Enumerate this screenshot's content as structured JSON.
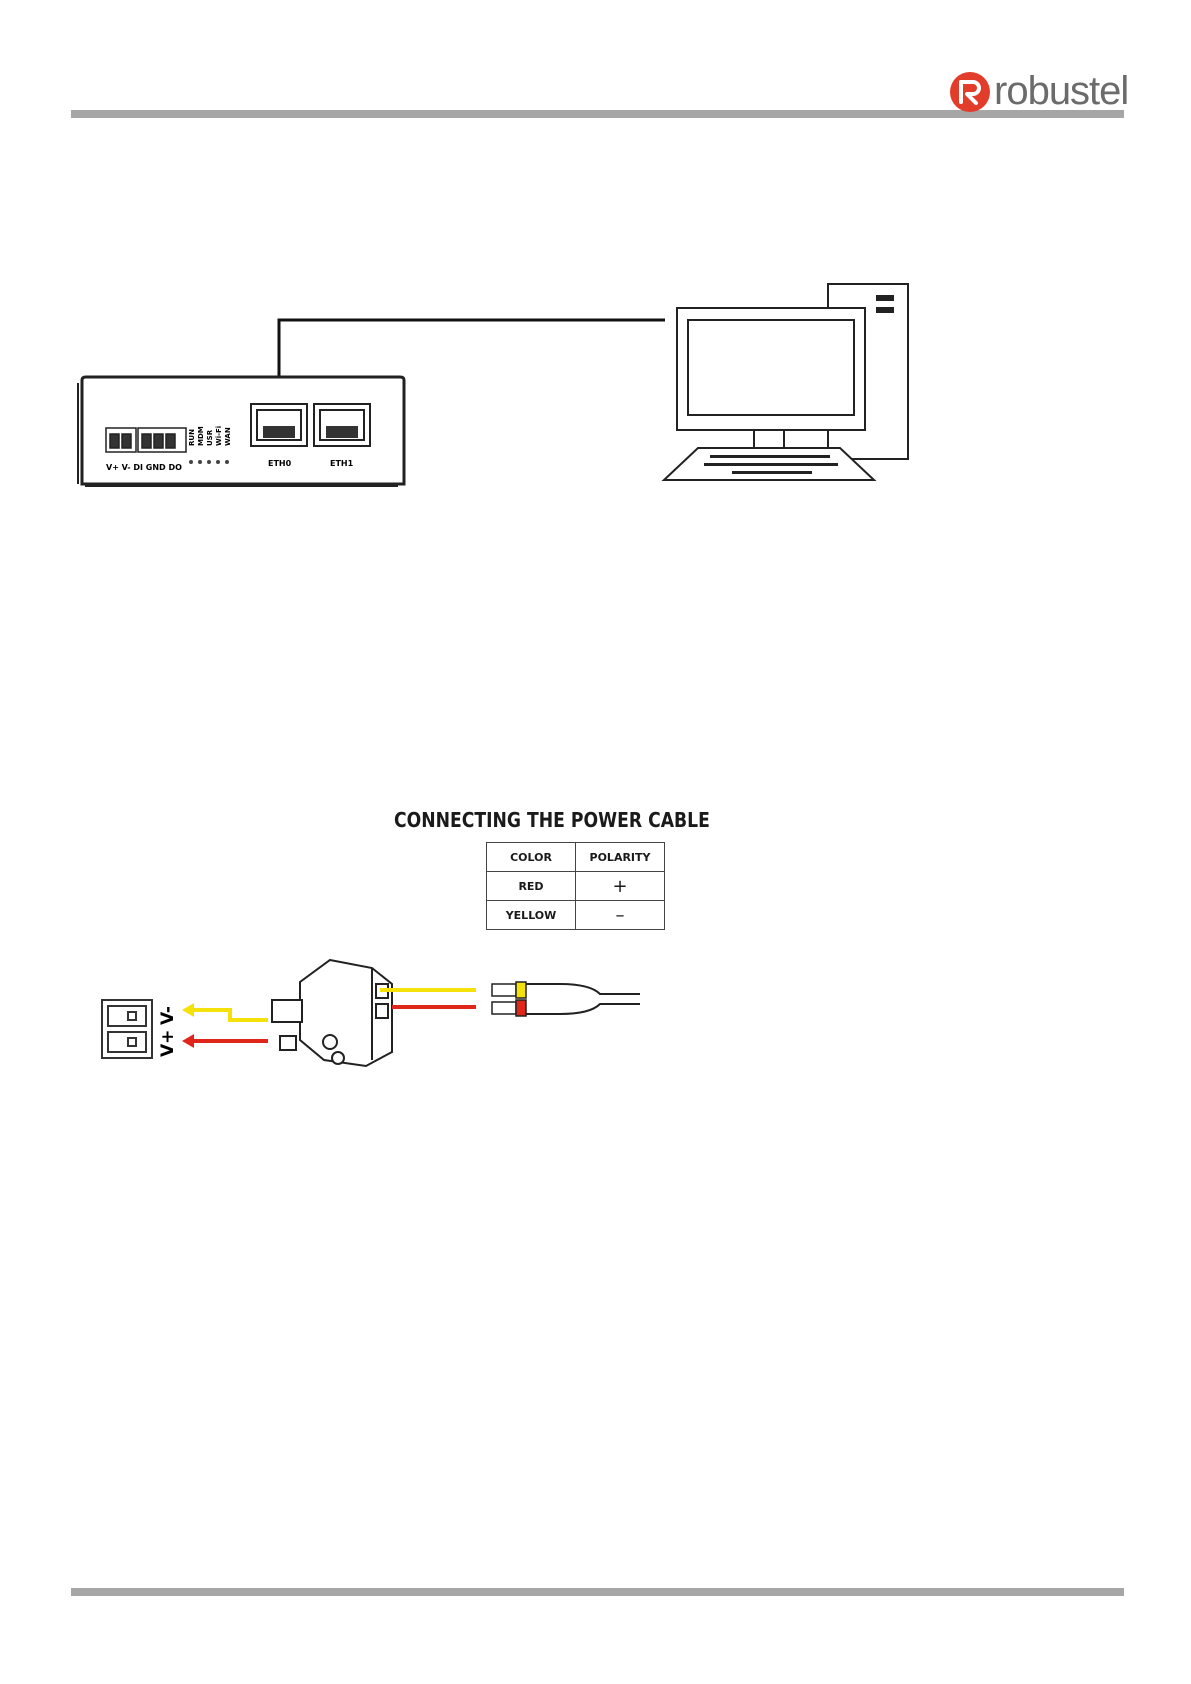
{
  "header": {
    "logo_text": "robustel"
  },
  "figure1": {
    "router_labels": {
      "terminal": "V+ V- DI GND DO",
      "leds": [
        "RUN",
        "MDM",
        "USR",
        "Wi-Fi",
        "WAN"
      ],
      "port0": "ETH0",
      "port1": "ETH1"
    }
  },
  "figure2": {
    "title": "CONNECTING THE POWER CABLE",
    "table": {
      "headers": [
        "COLOR",
        "POLARITY"
      ],
      "rows": [
        {
          "color": "RED",
          "polarity": "+"
        },
        {
          "color": "YELLOW",
          "polarity": "–"
        }
      ]
    },
    "terminal_labels": {
      "vminus": "V-",
      "vplus": "V+"
    },
    "colors": {
      "red": "#e0251b",
      "yellow": "#f5e10a"
    }
  }
}
